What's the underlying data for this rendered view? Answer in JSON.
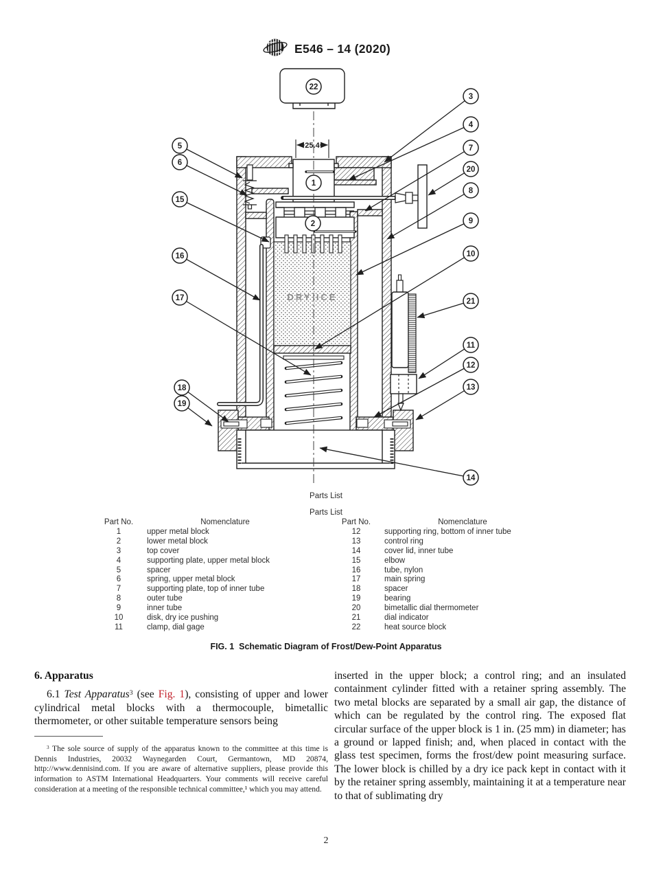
{
  "header": {
    "logo_name": "astm-international-logo",
    "standard_code": "E546 – 14 (2020)"
  },
  "figure": {
    "dimension_label": "25.4",
    "dry_ice_label": "DRY ICE",
    "parts_list_label": "Parts List",
    "caption": "FIG. 1  Schematic Diagram of Frost/Dew-Point Apparatus",
    "callout_labels": [
      "1",
      "2",
      "3",
      "4",
      "5",
      "6",
      "7",
      "8",
      "9",
      "10",
      "11",
      "12",
      "13",
      "14",
      "15",
      "16",
      "17",
      "18",
      "19",
      "20",
      "21",
      "22"
    ]
  },
  "parts_table": {
    "title": "Parts List",
    "col_headers": {
      "part_no": "Part No.",
      "nomenclature": "Nomenclature"
    },
    "left_rows": [
      {
        "no": "1",
        "name": "upper metal block"
      },
      {
        "no": "2",
        "name": "lower metal block"
      },
      {
        "no": "3",
        "name": "top cover"
      },
      {
        "no": "4",
        "name": "supporting plate, upper metal block"
      },
      {
        "no": "5",
        "name": "spacer"
      },
      {
        "no": "6",
        "name": "spring, upper metal block"
      },
      {
        "no": "7",
        "name": "supporting plate, top of inner tube"
      },
      {
        "no": "8",
        "name": "outer tube"
      },
      {
        "no": "9",
        "name": "inner tube"
      },
      {
        "no": "10",
        "name": "disk, dry ice pushing"
      },
      {
        "no": "11",
        "name": "clamp, dial gage"
      }
    ],
    "right_rows": [
      {
        "no": "12",
        "name": "supporting ring, bottom of inner tube"
      },
      {
        "no": "13",
        "name": "control ring"
      },
      {
        "no": "14",
        "name": "cover lid, inner tube"
      },
      {
        "no": "15",
        "name": "elbow"
      },
      {
        "no": "16",
        "name": "tube, nylon"
      },
      {
        "no": "17",
        "name": "main spring"
      },
      {
        "no": "18",
        "name": "spacer"
      },
      {
        "no": "19",
        "name": "bearing"
      },
      {
        "no": "20",
        "name": "bimetallic dial thermometer"
      },
      {
        "no": "21",
        "name": "dial indicator"
      },
      {
        "no": "22",
        "name": "heat source block"
      }
    ]
  },
  "body": {
    "section_heading": "6.  Apparatus",
    "p1": {
      "num": "6.1 ",
      "italic": "Test Apparatus",
      "sup": "3",
      "after_sup": " (see ",
      "link": "Fig. 1",
      "rest": "), consisting of upper and lower cylindrical metal blocks with a thermocouple, bimetallic thermometer, or other suitable temperature sensors being"
    },
    "right_paragraph": "inserted in the upper block; a control ring; and an insulated containment cylinder fitted with a retainer spring assembly. The two metal blocks are separated by a small air gap, the distance of which can be regulated by the control ring. The exposed flat circular surface of the upper block is 1 in. (25 mm) in diameter; has a ground or lapped finish; and, when placed in contact with the glass test specimen, forms the frost/dew point measuring surface. The lower block is chilled by a dry ice pack kept in contact with it by the retainer spring assembly, maintaining it at a temperature near to that of sublimating dry",
    "footnote": {
      "sup": "3",
      "text": " The sole source of supply of the apparatus known to the committee at this time is Dennis Industries, 20032 Waynegarden Court, Germantown, MD 20874, http://www.dennisind.com. If you are aware of alternative suppliers, please provide this information to ASTM International Headquarters. Your comments will receive careful consideration at a meeting of the responsible technical committee,¹ which you may attend."
    }
  },
  "footer": {
    "page_number": "2"
  },
  "colors": {
    "link_red": "#c2212b",
    "ink": "#141414"
  }
}
